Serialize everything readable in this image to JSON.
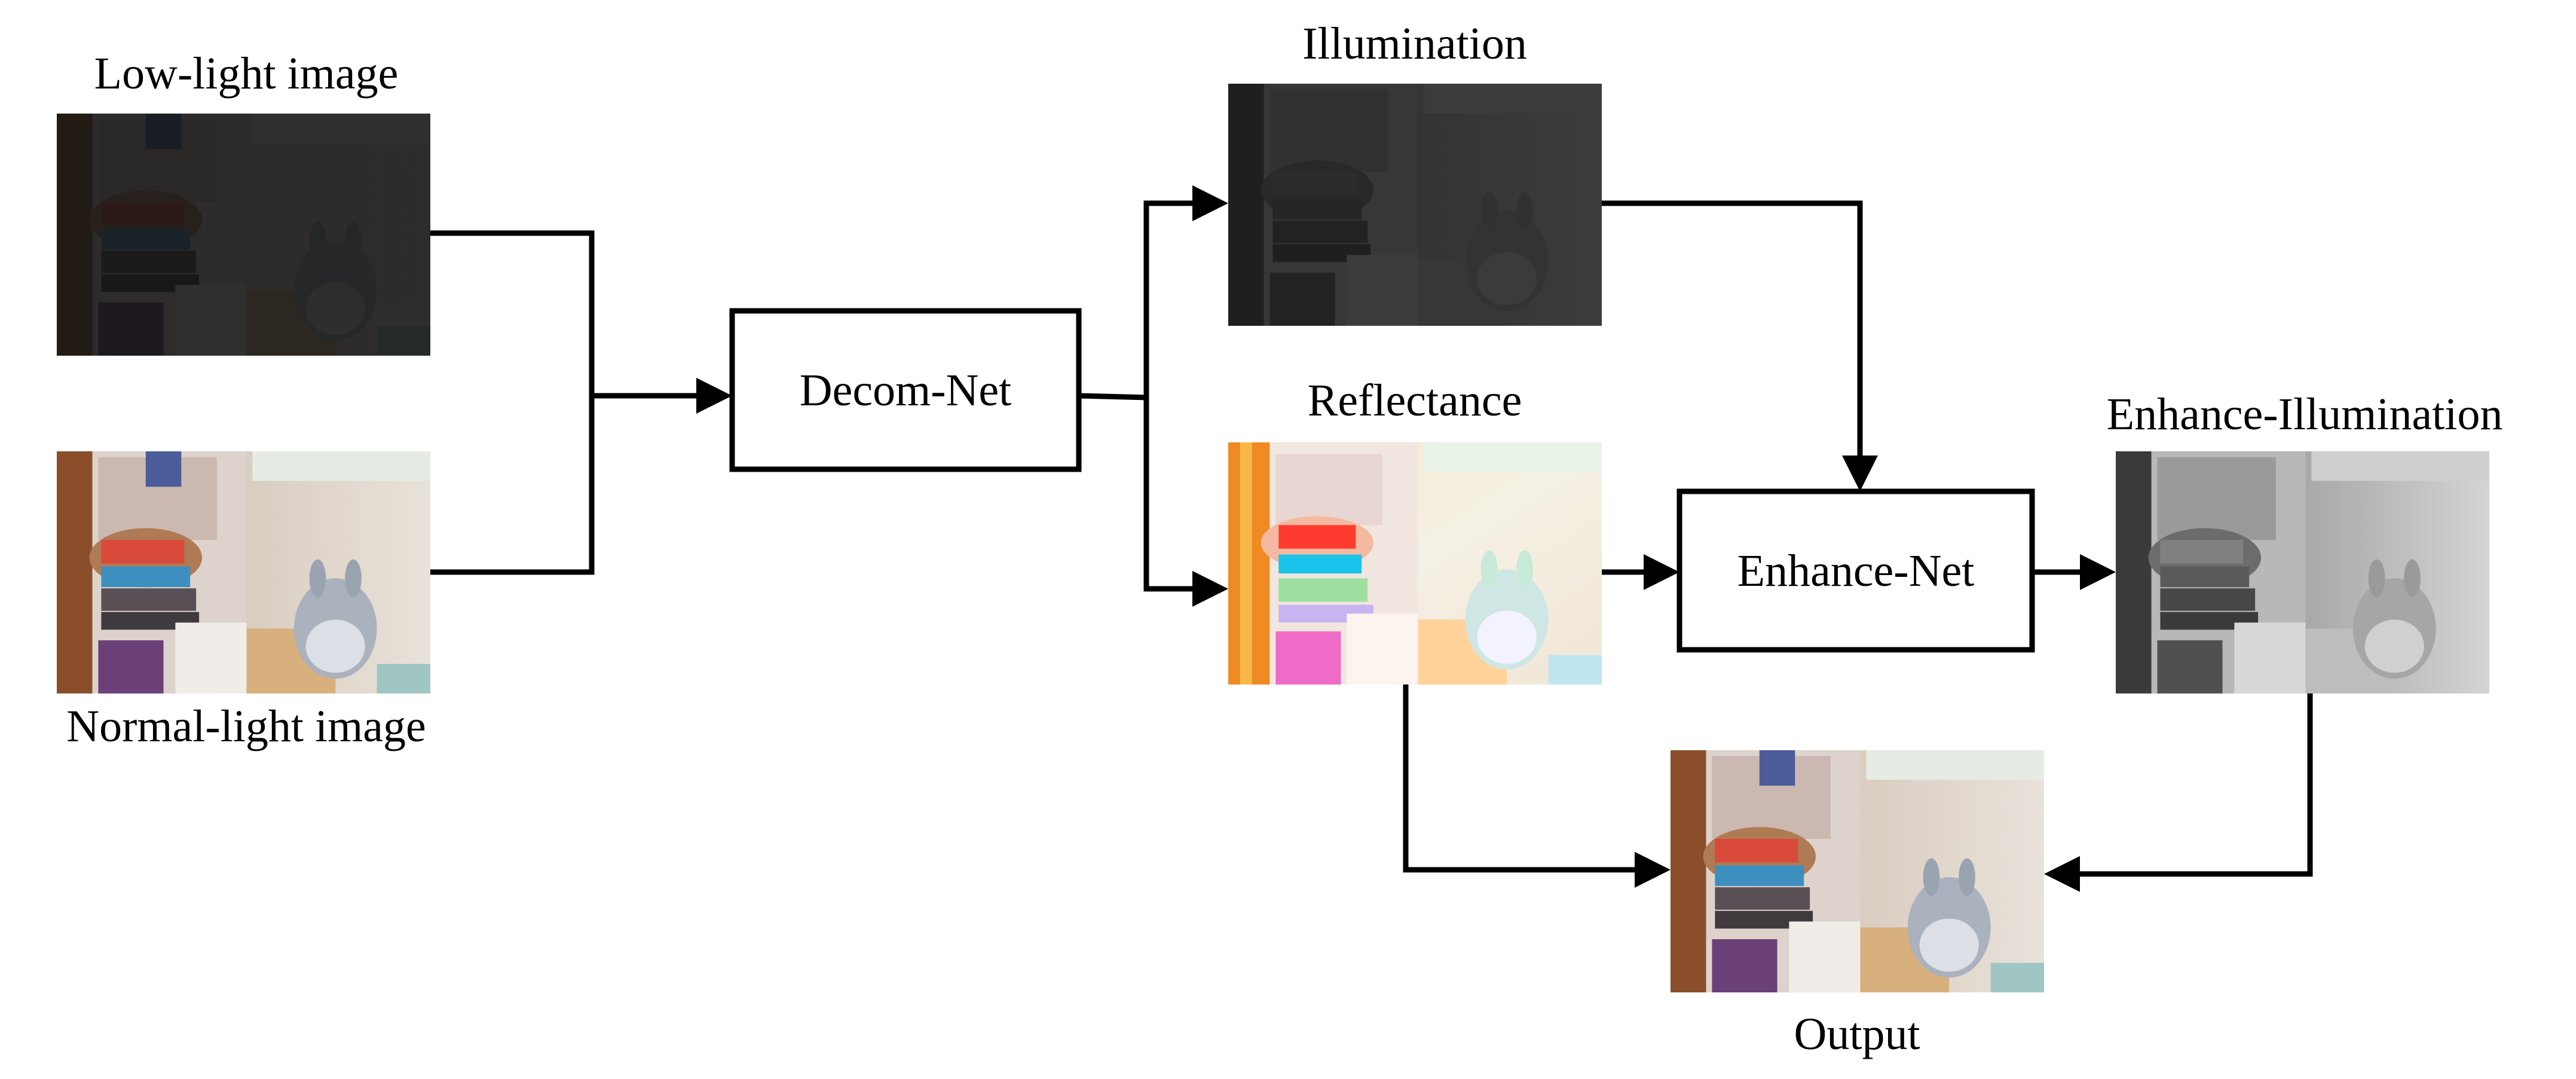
{
  "labels": {
    "low_light": "Low-light image",
    "normal_light": "Normal-light image",
    "illumination": "Illumination",
    "reflectance": "Reflectance",
    "enhance_illumination": "Enhance-Illumination",
    "output": "Output"
  },
  "blocks": {
    "decom_net": "Decom-Net",
    "enhance_net": "Enhance-Net"
  },
  "colors": {
    "line": "#000000",
    "box_border": "#000000",
    "background": "#ffffff"
  },
  "image_descriptions": {
    "low_light": "very dark photo of a shelf with a plush toy",
    "normal_light": "well-lit color photo of a shelf with folded clothes and a plush toy",
    "illumination": "dark grayscale illumination map",
    "reflectance": "saturated color reflectance map",
    "enhance_illumination": "brightened grayscale illumination map",
    "output": "enhanced color photo"
  }
}
